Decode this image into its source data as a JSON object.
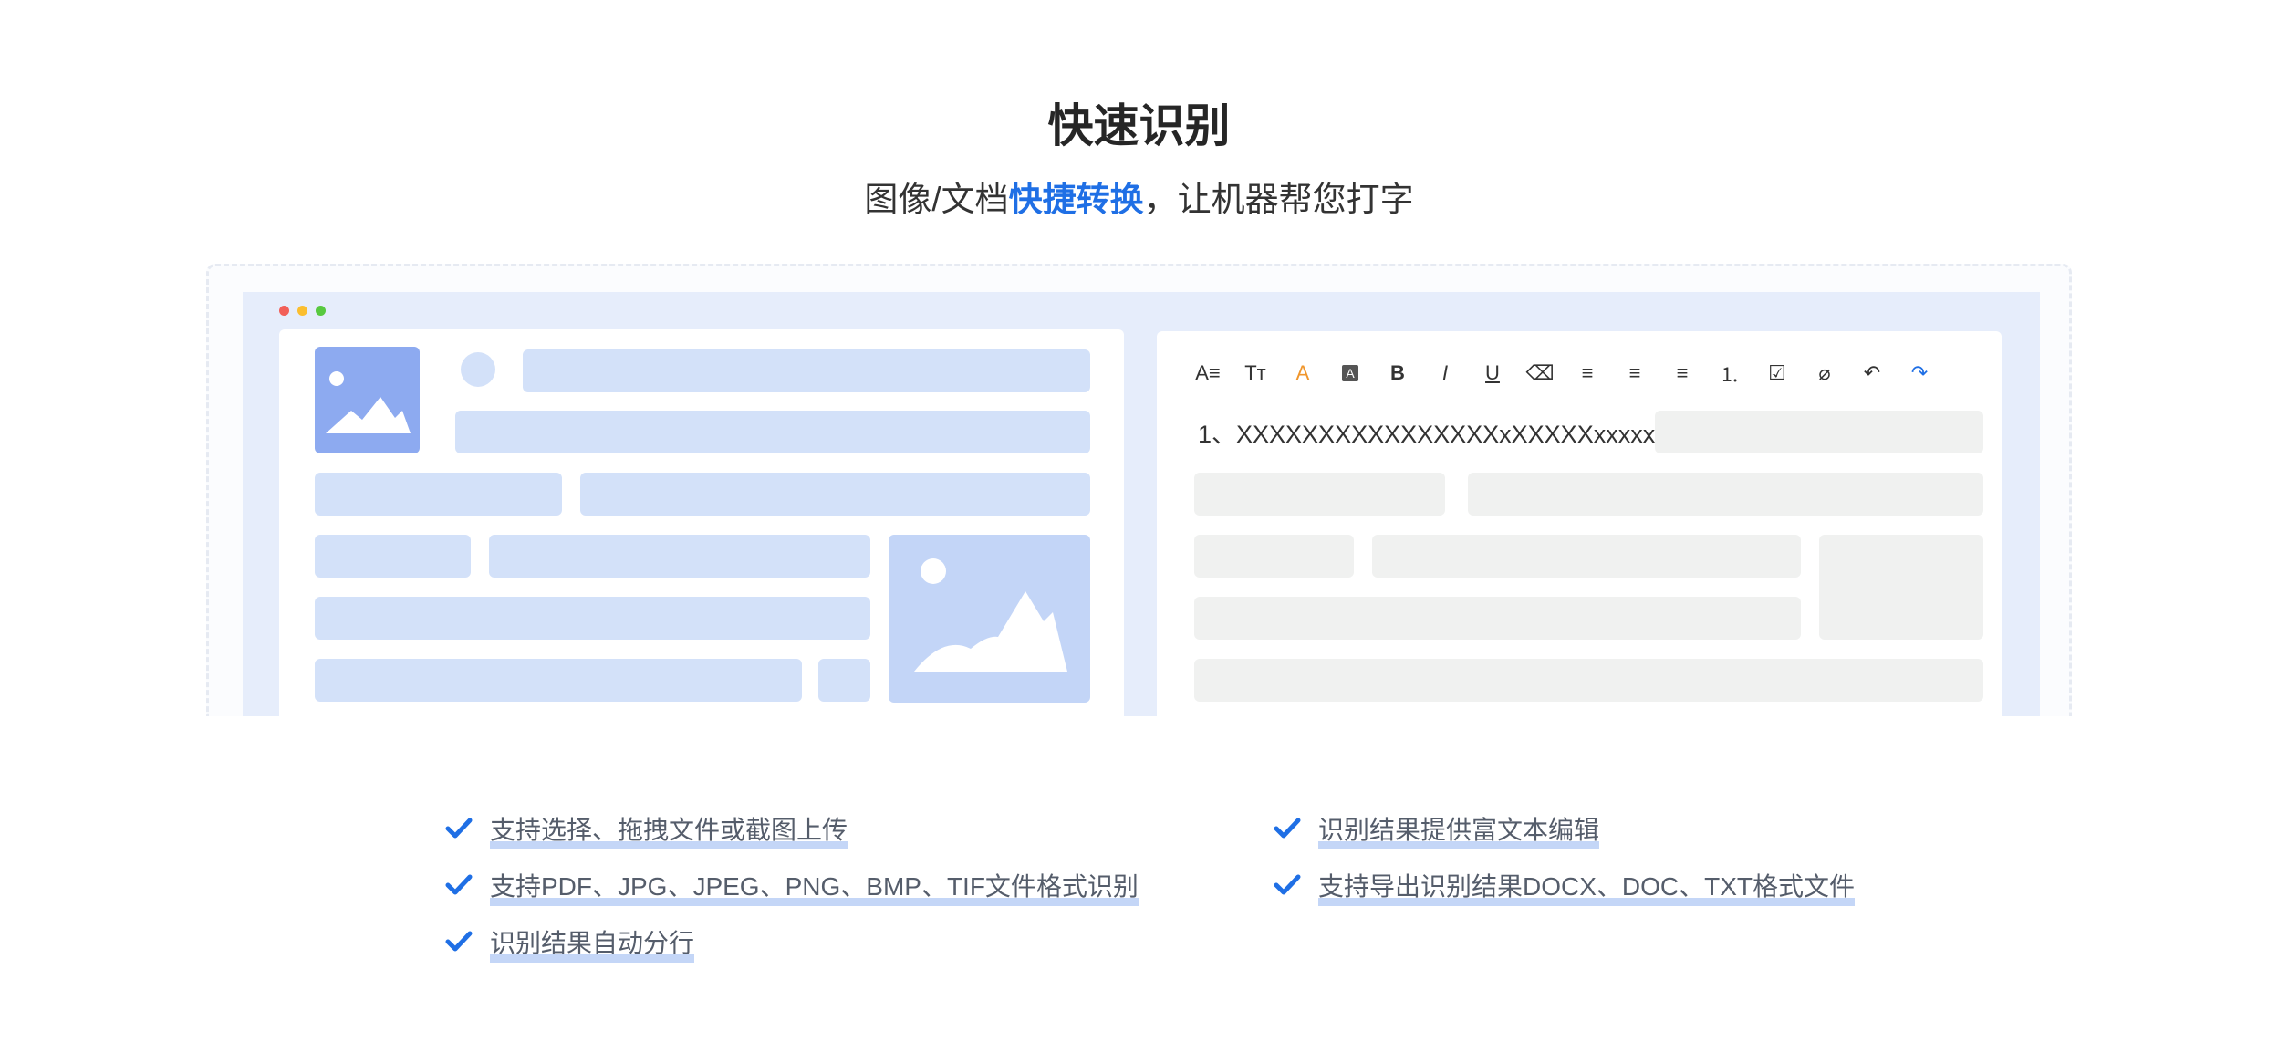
{
  "header": {
    "title": "快速识别",
    "subtitle_pre": "图像/文档",
    "subtitle_highlight": "快捷转换",
    "subtitle_post": "，让机器帮您打字"
  },
  "window_dots": [
    "#f25f58",
    "#fbbe2e",
    "#58c93f"
  ],
  "editor": {
    "toolbar": [
      {
        "name": "font-format-icon",
        "glyph": "A≡"
      },
      {
        "name": "font-size-icon",
        "glyph": "Tт"
      },
      {
        "name": "font-color-icon",
        "glyph": "A"
      },
      {
        "name": "background-color-icon",
        "glyph": "A"
      },
      {
        "name": "bold-icon",
        "glyph": "B"
      },
      {
        "name": "italic-icon",
        "glyph": "I"
      },
      {
        "name": "underline-icon",
        "glyph": "U"
      },
      {
        "name": "eraser-icon",
        "glyph": "⌫"
      },
      {
        "name": "align-left-icon",
        "glyph": "≡"
      },
      {
        "name": "align-center-icon",
        "glyph": "≡"
      },
      {
        "name": "align-right-icon",
        "glyph": "≡"
      },
      {
        "name": "ordered-list-icon",
        "glyph": "⒈"
      },
      {
        "name": "checklist-icon",
        "glyph": "☑"
      },
      {
        "name": "attachment-icon",
        "glyph": "⌀"
      },
      {
        "name": "undo-icon",
        "glyph": "↶"
      },
      {
        "name": "redo-icon",
        "glyph": "↷"
      }
    ],
    "ocr_text": "1、XXXXXXXXXXXXXXXXxXXXXXxxxxx..."
  },
  "features": {
    "left": [
      "支持选择、拖拽文件或截图上传",
      "支持PDF、JPG、JPEG、PNG、BMP、TIF文件格式识别",
      "识别结果自动分行"
    ],
    "right": [
      "识别结果提供富文本编辑",
      "支持导出识别结果DOCX、DOC、TXT格式文件"
    ]
  },
  "colors": {
    "accent": "#1f6fe5",
    "font_color_icon": "#f0962c",
    "redo_icon": "#1f6fe5",
    "check": "#1f6fe5"
  }
}
